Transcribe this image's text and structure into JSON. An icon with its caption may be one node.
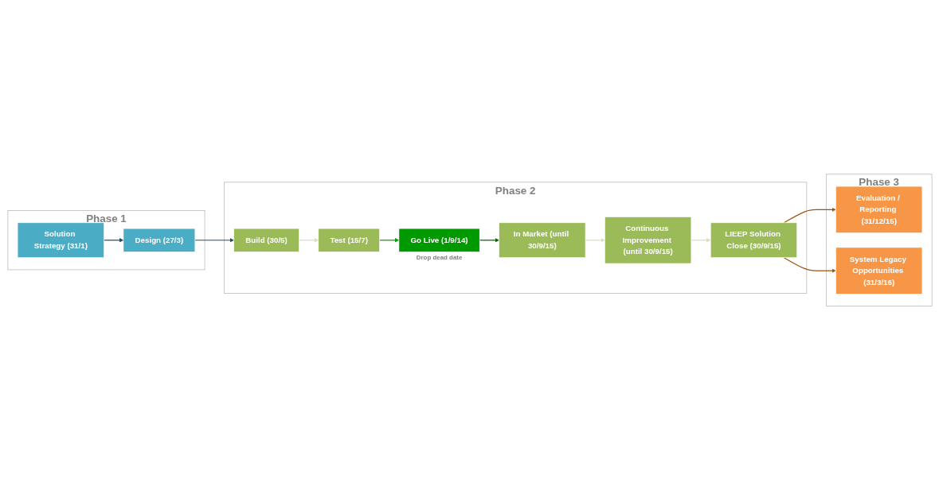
{
  "diagram": {
    "nodes": [
      {
        "text": [
          "Phase 1"
        ]
      },
      {
        "text": [
          "Solution Strategy (31/1)"
        ],
        "in": 0
      },
      {
        "text": [
          "Design (27/3)"
        ],
        "in": 0
      },
      {
        "text": [
          "Phase 2"
        ]
      },
      {
        "text": [
          "Build (30/5)"
        ],
        "in": 3
      },
      {
        "text": [
          "Test (15/7)"
        ],
        "in": 3
      },
      {
        "text": [
          "Go Live (1/9/14)"
        ],
        "in": 3,
        "beside": [
          "Drop dead date"
        ]
      },
      {
        "text": [
          "In Market (until 30/9/15)"
        ],
        "in": 3
      },
      {
        "text": [
          "Continuous Improvement (until 30/9/15)"
        ],
        "in": 3
      },
      {
        "text": [
          "LIEEP Solution Close (30/9/15)"
        ],
        "in": 3
      },
      {
        "text": [
          "Phase 3"
        ]
      },
      {
        "text": [
          "Evaluation / Reporting (31/12/15)"
        ],
        "in": 10
      },
      {
        "text": [
          "System Legacy Opportunities (31/3/16)"
        ],
        "in": 10
      }
    ],
    "edges": [
      {
        "from": 1,
        "to": 2,
        "arrow": "to",
        "color": "#1f4e5f"
      },
      {
        "from": 2,
        "to": 4,
        "arrow": "to",
        "color": "#1f4e5f"
      },
      {
        "from": 4,
        "to": 5,
        "arrow": "to",
        "color": "#d6e3bc"
      },
      {
        "from": 5,
        "to": 6,
        "arrow": "to",
        "color": "#00a000"
      },
      {
        "from": 6,
        "to": 7,
        "arrow": "to",
        "color": "#006400"
      },
      {
        "from": 7,
        "to": 8,
        "arrow": "to",
        "color": "#d6e3bc"
      },
      {
        "from": 8,
        "to": 9,
        "arrow": "to",
        "color": "#d6e3bc"
      },
      {
        "from": 9,
        "to": 11,
        "arrow": "to",
        "color": "#a0520a"
      },
      {
        "from": 9,
        "to": 12,
        "arrow": "to",
        "color": "#a0520a"
      }
    ]
  }
}
